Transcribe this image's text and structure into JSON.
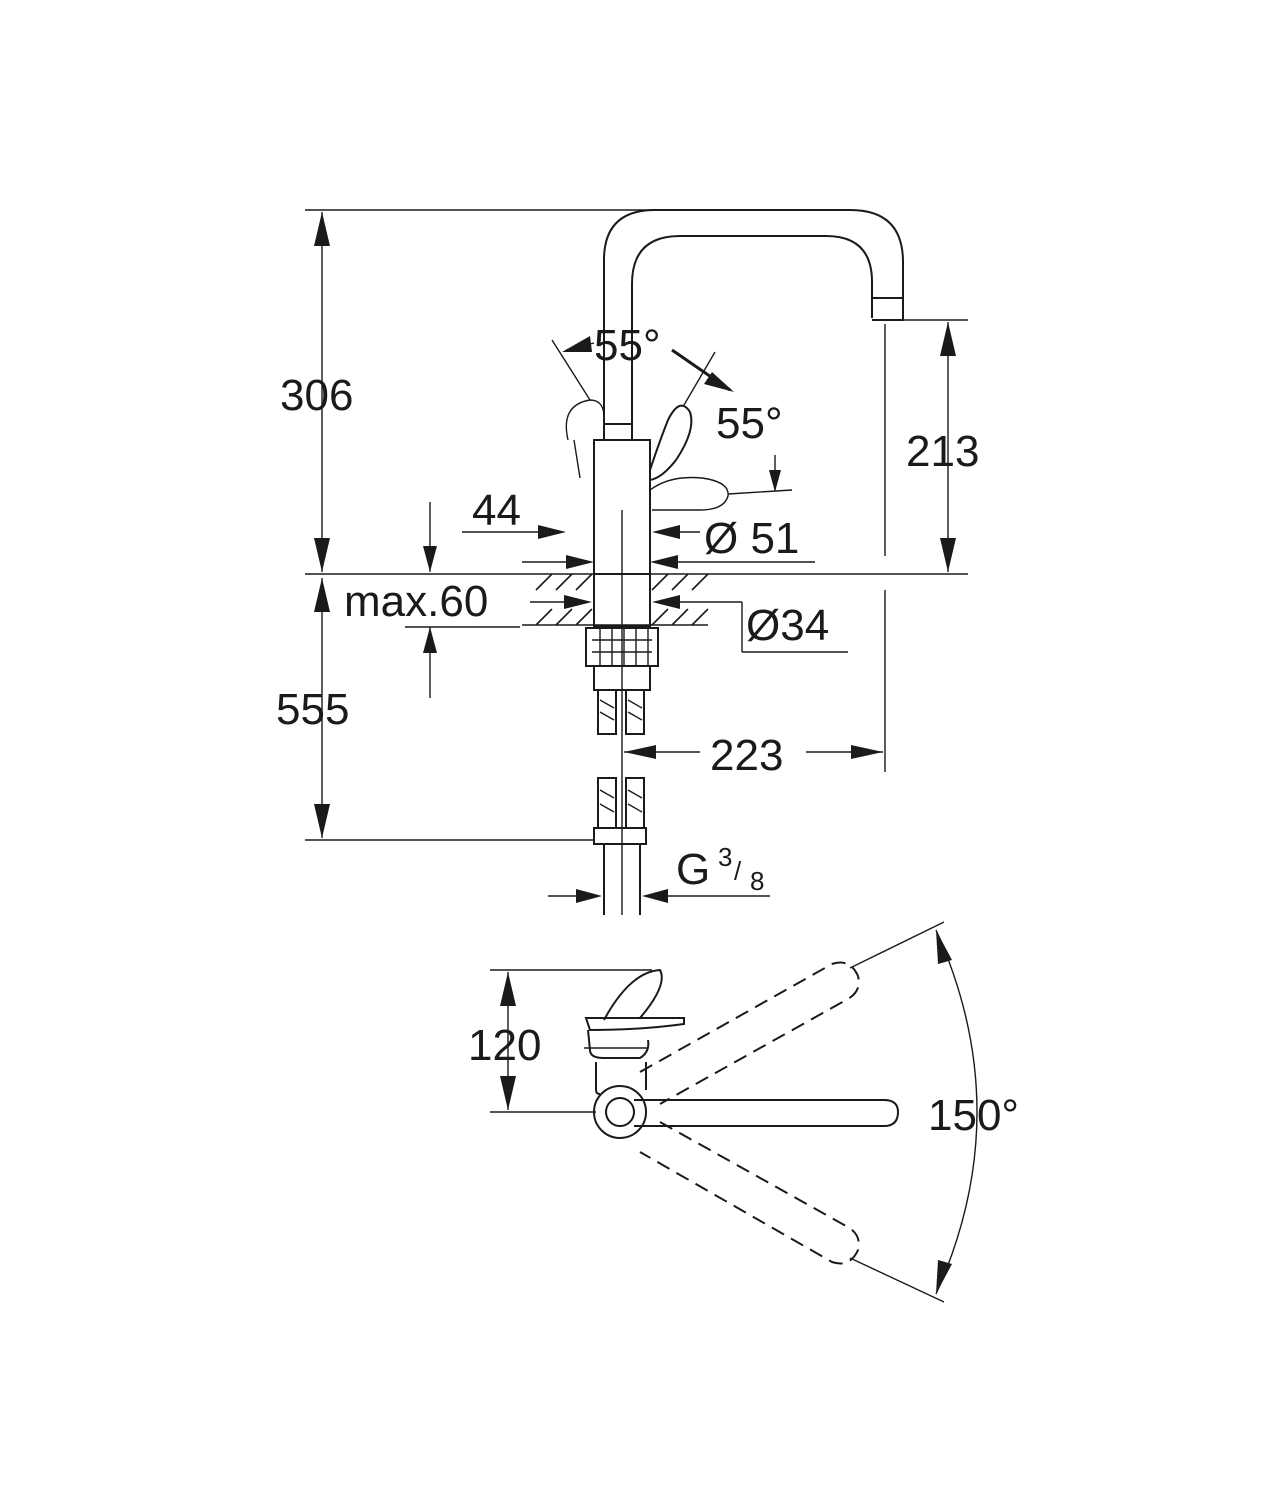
{
  "dimensions": {
    "total_height": "306",
    "spout_height": "213",
    "lever_angle_up": "55°",
    "lever_angle_side": "55°",
    "body_offset": "44",
    "body_diameter": "Ø 51",
    "max_deck_thickness": "max.60",
    "hole_diameter": "Ø34",
    "hose_length": "555",
    "spout_reach": "223",
    "thread_g": "G",
    "thread_numerator": "3",
    "thread_denominator": "8",
    "lever_reach": "120",
    "swivel_angle": "150°"
  }
}
